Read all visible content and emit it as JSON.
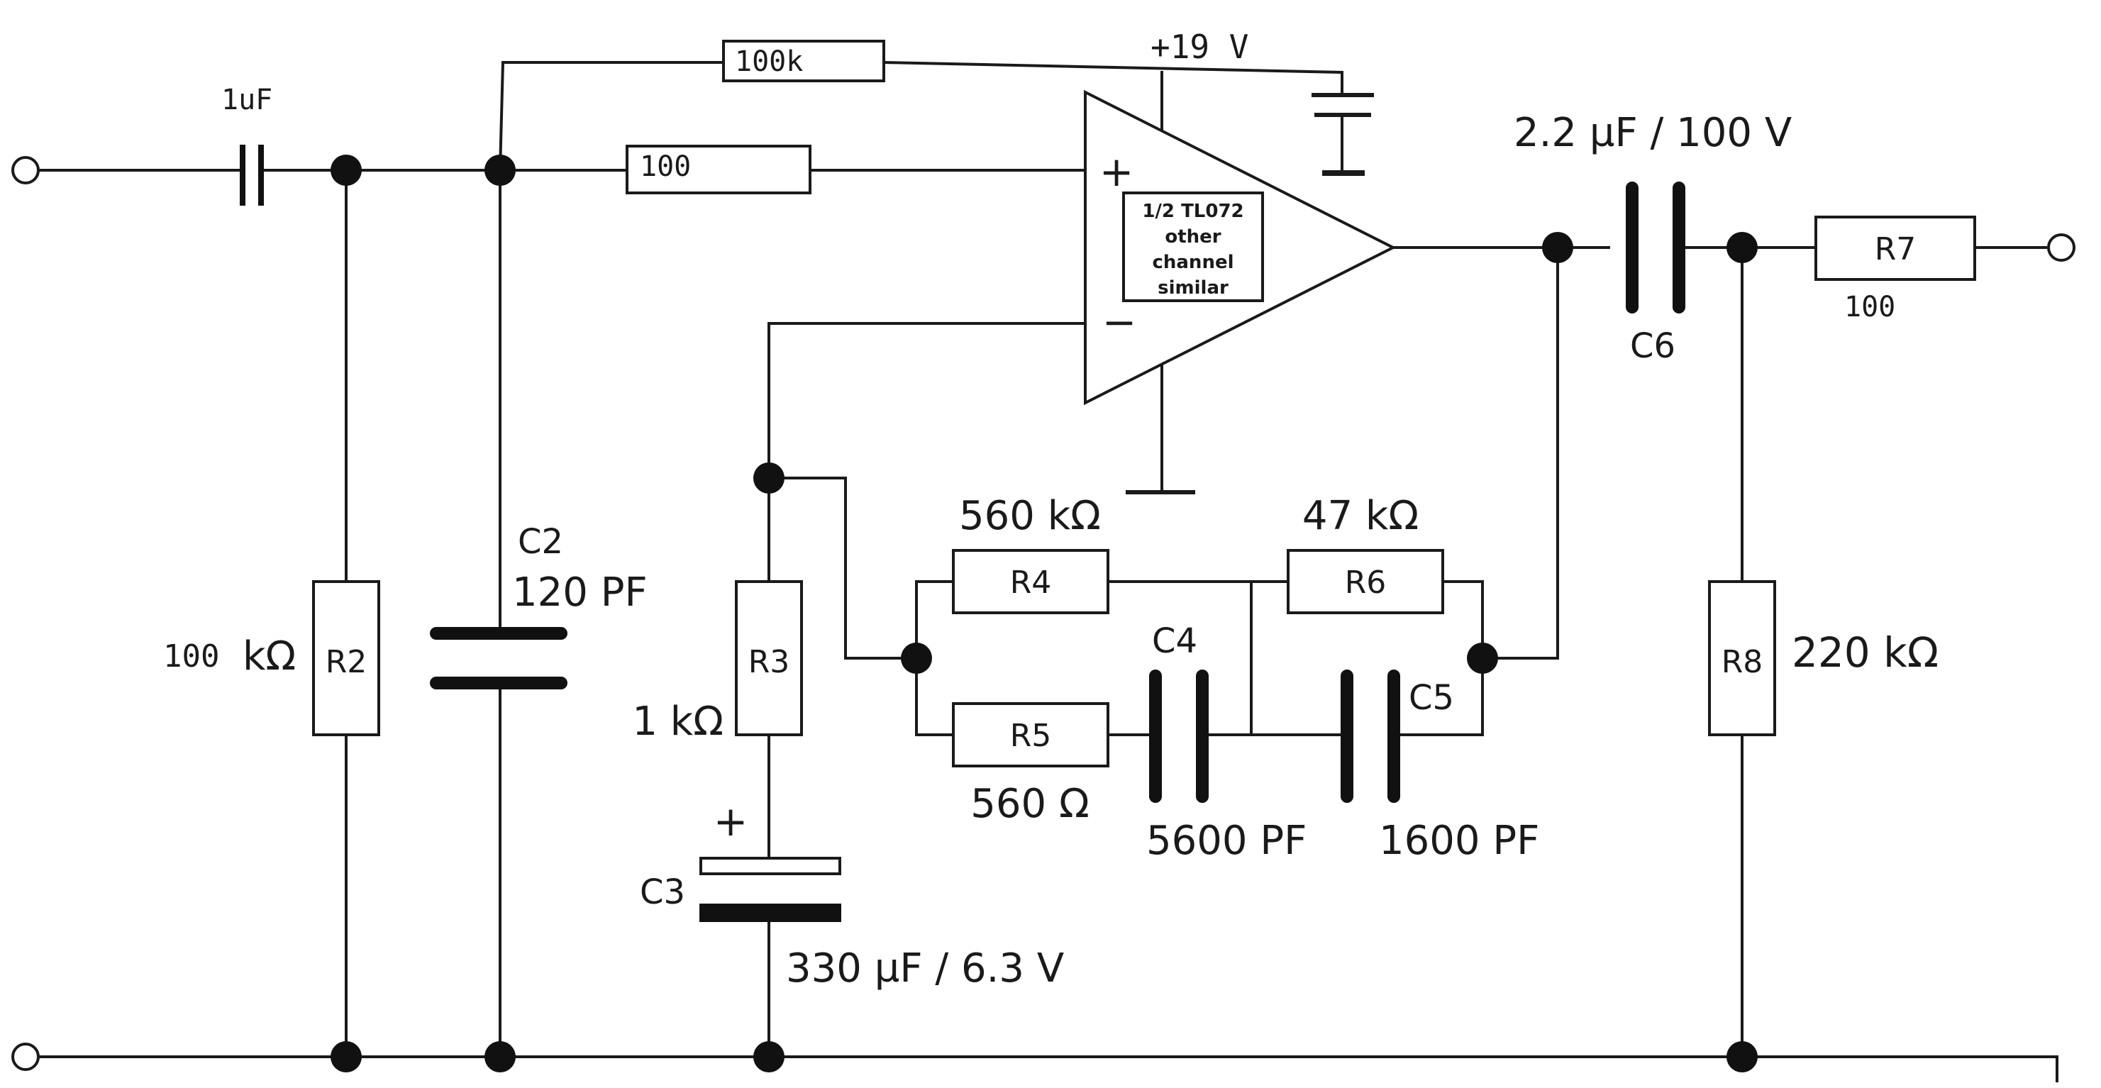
{
  "schematic": {
    "opamp": {
      "label_line1": "1/2 TL072",
      "label_line2": "other",
      "label_line3": "channel",
      "label_line4": "similar",
      "plus": "+",
      "minus": "−"
    },
    "supply": "+19 V",
    "components": {
      "c_in": {
        "value": "1uF"
      },
      "r_top": {
        "value": "100k"
      },
      "r_series": {
        "value": "100"
      },
      "r2": {
        "ref": "R2",
        "value": "100",
        "unit": "kΩ"
      },
      "c2": {
        "ref": "C2",
        "value": "120 PF"
      },
      "r3": {
        "ref": "R3",
        "value": "1 kΩ"
      },
      "c3": {
        "ref": "C3",
        "value": "330 µF / 6.3 V",
        "polarity": "+"
      },
      "r4": {
        "ref": "R4",
        "value": "560 kΩ"
      },
      "r5": {
        "ref": "R5",
        "value": "560 Ω"
      },
      "r6": {
        "ref": "R6",
        "value": "47 kΩ"
      },
      "c4": {
        "ref": "C4",
        "value": "5600 PF"
      },
      "c5": {
        "ref": "C5",
        "value": "1600 PF"
      },
      "c6": {
        "ref": "C6",
        "value": "2.2 µF / 100 V"
      },
      "r7": {
        "ref": "R7",
        "value": "100"
      },
      "r8": {
        "ref": "R8",
        "value": "220 kΩ"
      }
    }
  }
}
